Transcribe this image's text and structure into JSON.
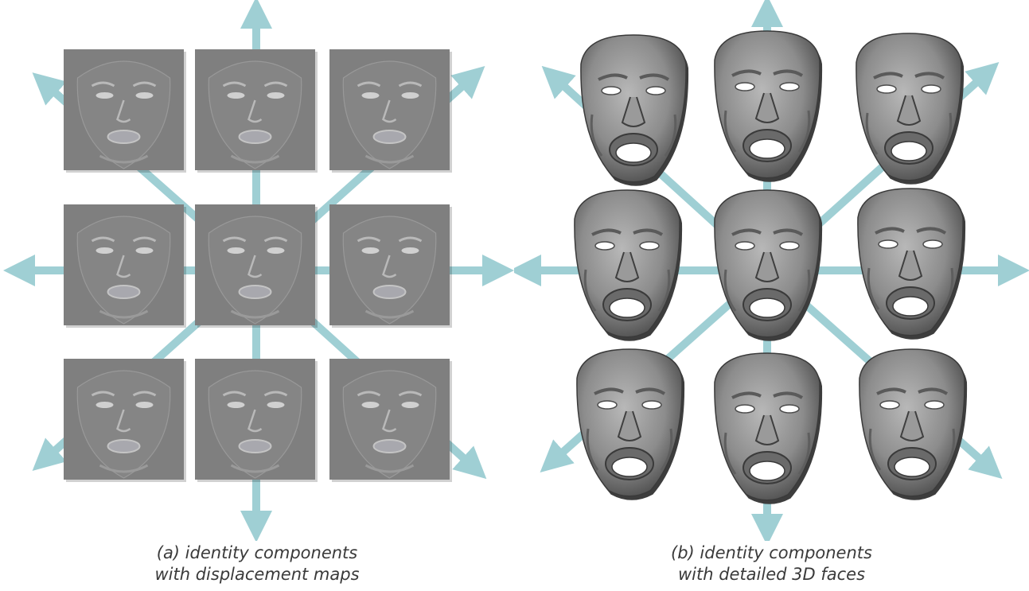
{
  "panels": [
    {
      "id": "a",
      "kind": "displacement-map-grid",
      "caption": {
        "line1": "(a) identity components",
        "line2": "with displacement maps"
      }
    },
    {
      "id": "b",
      "kind": "3d-face-grid",
      "caption": {
        "line1": "(b) identity components",
        "line2": "with detailed 3D faces"
      }
    }
  ],
  "grid": {
    "rows": 3,
    "cols": 3
  },
  "colors": {
    "arrow": "#9fcfd4",
    "displacement_tile": "#7f7f7f",
    "tile_feature": "#b9b9b9",
    "face_surface": "#8c8c8c",
    "face_shadow": "#3d3d3d",
    "caption_text": "#3a3a3a"
  }
}
